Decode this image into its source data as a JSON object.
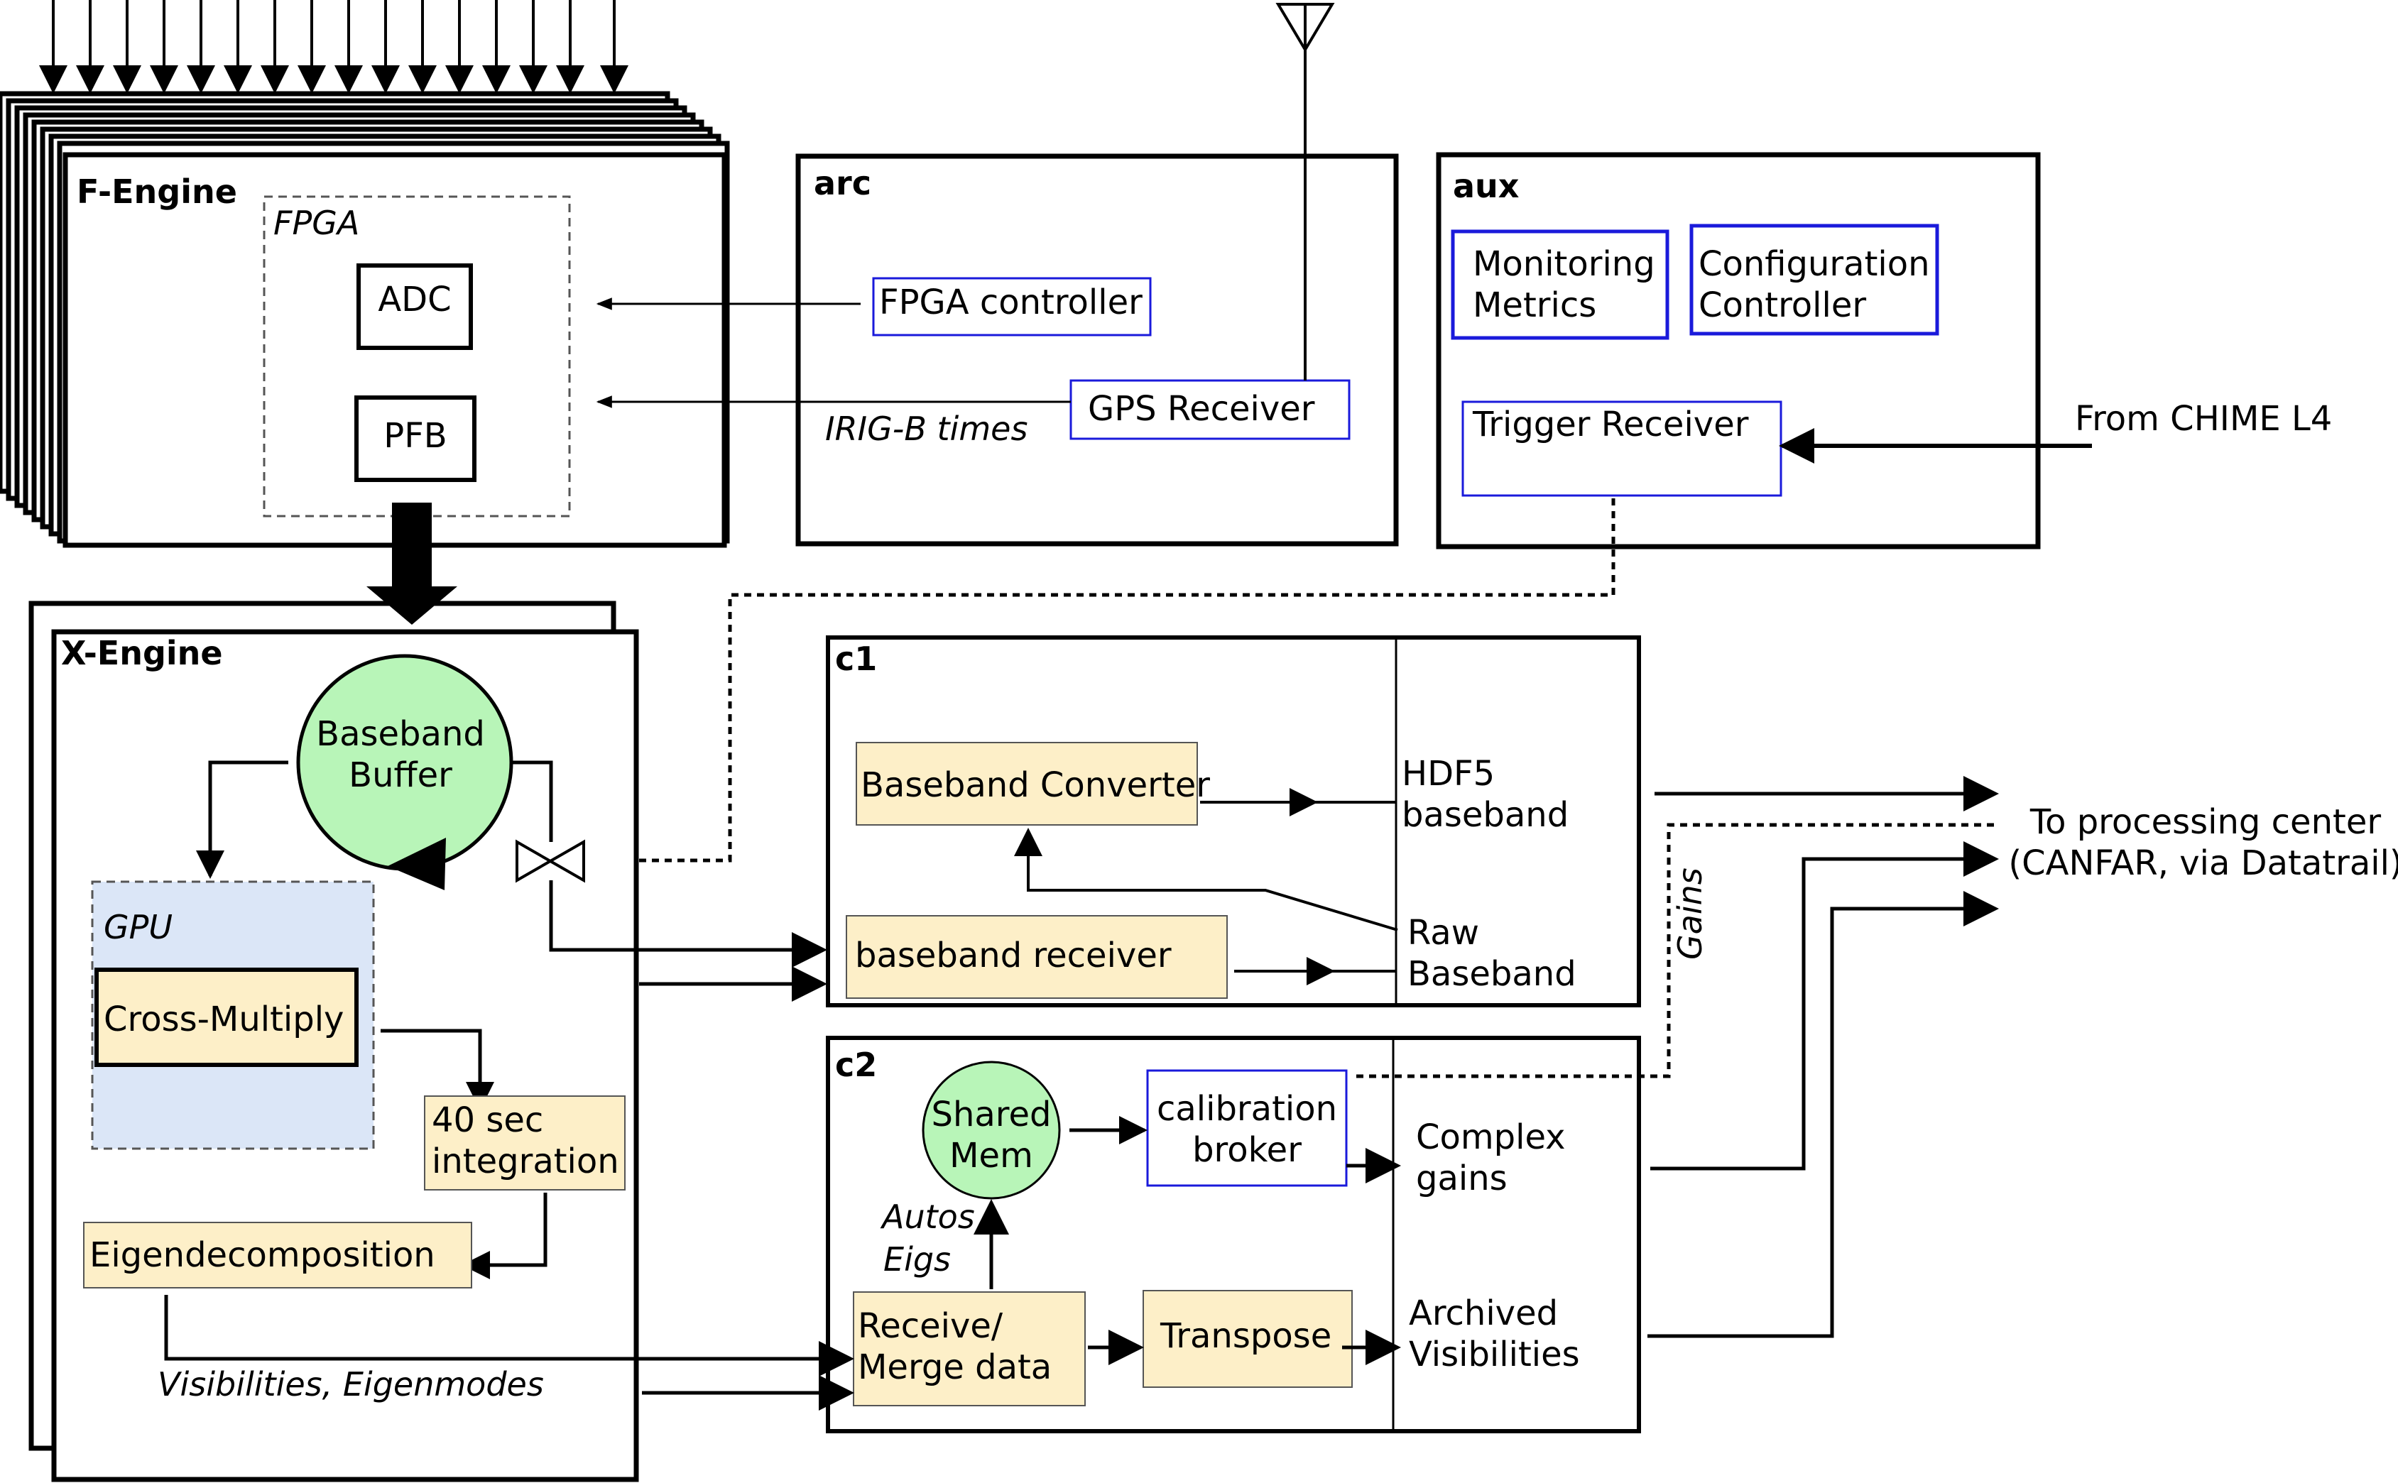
{
  "f_engine": {
    "title": "F-Engine",
    "fpga": "FPGA",
    "adc": "ADC",
    "pfb": "PFB"
  },
  "arc": {
    "title": "arc",
    "fpga_controller": "FPGA controller",
    "gps_receiver": "GPS Receiver",
    "irig_b": "IRIG-B times"
  },
  "aux": {
    "title": "aux",
    "monitoring": [
      "Monitoring",
      "Metrics"
    ],
    "configuration": [
      "Configuration",
      "Controller"
    ],
    "trigger_receiver": "Trigger Receiver",
    "from_chime": "From CHIME L4"
  },
  "x_engine": {
    "title": "X-Engine",
    "baseband_buffer": [
      "Baseband",
      "Buffer"
    ],
    "gpu": "GPU",
    "cross_multiply": "Cross-Multiply",
    "integration": [
      "40 sec",
      "integration"
    ],
    "eigendecomposition": "Eigendecomposition",
    "visibilities_eigenmodes": "Visibilities, Eigenmodes"
  },
  "c1": {
    "title": "c1",
    "baseband_converter": "Baseband Converter",
    "baseband_receiver": "baseband receiver",
    "hdf5": [
      "HDF5",
      "baseband"
    ],
    "raw_baseband": [
      "Raw",
      "Baseband"
    ]
  },
  "c2": {
    "title": "c2",
    "shared_mem": [
      "Shared",
      "Mem"
    ],
    "calibration_broker": [
      "calibration",
      "broker"
    ],
    "complex_gains": [
      "Complex",
      "gains"
    ],
    "autos": "Autos",
    "eigs": "Eigs",
    "receive_merge": [
      "Receive/",
      "Merge data"
    ],
    "transpose": "Transpose",
    "archived_visibilities": [
      "Archived",
      "Visibilities"
    ]
  },
  "gains_label": "Gains",
  "processing_center": [
    "To processing center",
    "(CANFAR, via Datatrail)"
  ],
  "colors": {
    "blue_box": "#1a1adb",
    "tan_fill": "#fdefc8",
    "green_fill": "#b8f5b8",
    "gpu_fill": "#dbe6f7",
    "gpu_border": "#555555"
  }
}
